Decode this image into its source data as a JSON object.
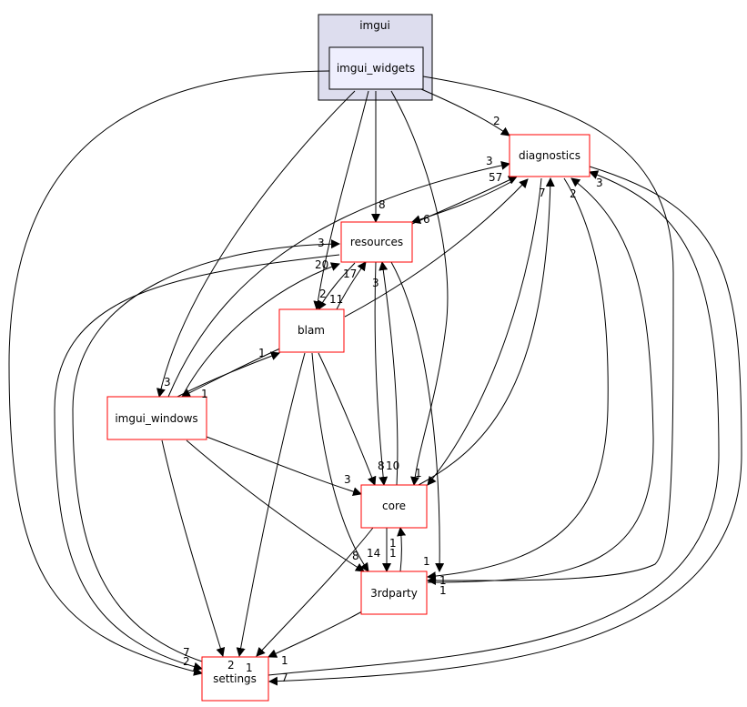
{
  "cluster": {
    "label": "imgui"
  },
  "nodes": {
    "imgui_widgets": "imgui_widgets",
    "diagnostics": "diagnostics",
    "resources": "resources",
    "blam": "blam",
    "imgui_windows": "imgui_windows",
    "core": "core",
    "third_party": "3rdparty",
    "settings": "settings"
  },
  "edge_labels": [
    "2",
    "3",
    "57",
    "7",
    "2",
    "3",
    "8",
    "6",
    "3",
    "20",
    "17",
    "2",
    "11",
    "3",
    "1",
    "3",
    "1",
    "8",
    "10",
    "1",
    "3",
    "8",
    "14",
    "1",
    "1",
    "1",
    "1",
    "1",
    "7",
    "2",
    "2",
    "1",
    "1",
    "7"
  ],
  "colors": {
    "node_border": "#ff0000",
    "cluster_fill": "#ddddee",
    "inner_fill": "#efeffe"
  }
}
